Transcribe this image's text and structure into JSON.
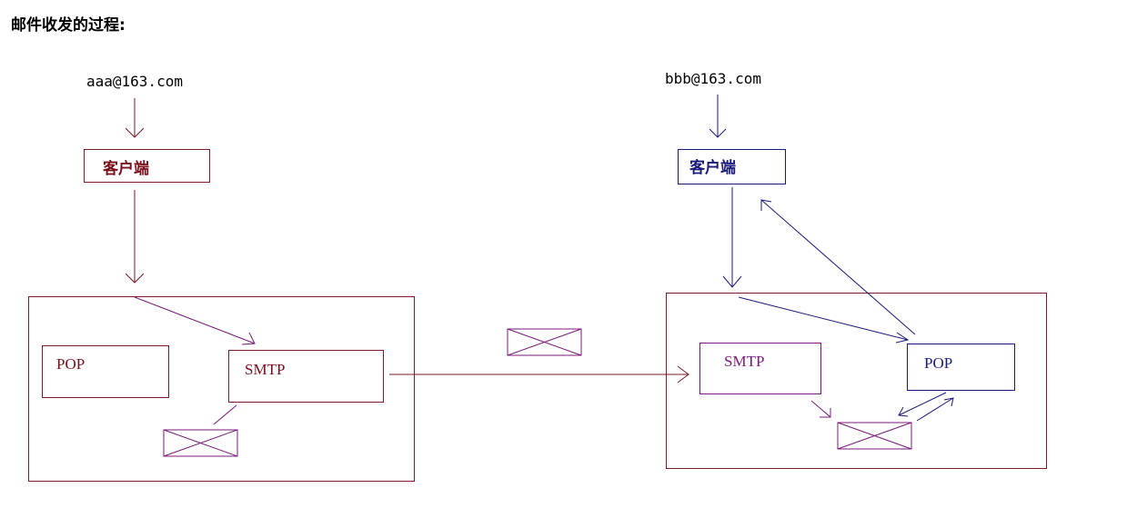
{
  "title": "邮件收发的过程:",
  "sender": {
    "email": "aaa@163.com",
    "client_label": "客户端",
    "server": {
      "pop_label": "POP",
      "smtp_label": "SMTP"
    }
  },
  "receiver": {
    "email": "bbb@163.com",
    "client_label": "客户端",
    "server": {
      "smtp_label": "SMTP",
      "pop_label": "POP"
    }
  },
  "colors": {
    "maroon": "#7a1a2a",
    "navy": "#1a1a7a",
    "purple": "#7a1a7a"
  }
}
